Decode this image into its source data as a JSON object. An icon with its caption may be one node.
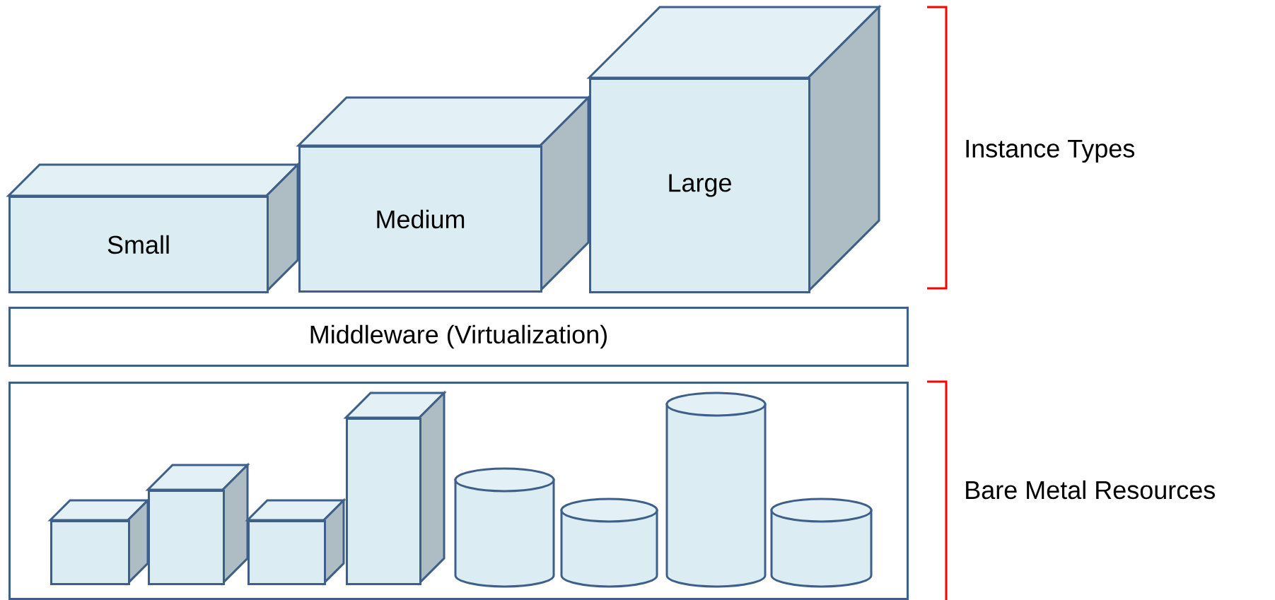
{
  "diagram": {
    "nodes": [
      {
        "text": [
          "Small"
        ]
      },
      {
        "text": [
          "Medium"
        ]
      },
      {
        "text": [
          "Large"
        ]
      },
      {
        "text": [
          "Middleware (Virtualization)"
        ]
      },
      {
        "text": [],
        "shape": "box"
      },
      {
        "text": [],
        "shape": "box",
        "in": 4
      },
      {
        "text": [],
        "shape": "box",
        "in": 4
      },
      {
        "text": [],
        "shape": "box",
        "in": 4
      },
      {
        "text": [],
        "shape": "box",
        "in": 4
      },
      {
        "text": [],
        "shape": "cylinder",
        "in": 4
      },
      {
        "text": [],
        "shape": "cylinder",
        "in": 4
      },
      {
        "text": [],
        "shape": "cylinder",
        "in": 4
      },
      {
        "text": [],
        "shape": "cylinder",
        "in": 4
      }
    ],
    "labels": [
      "Instance Types",
      "Bare Metal Resources"
    ]
  }
}
